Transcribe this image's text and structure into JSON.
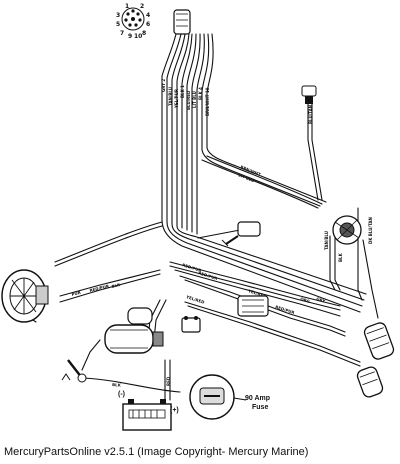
{
  "caption": "MercuryPartsOnline v2.5.1 (Image Copyright- Mercury Marine)",
  "harness_connector": {
    "pins": [
      "1",
      "2",
      "3",
      "4",
      "5",
      "6",
      "7",
      "8",
      "9",
      "10"
    ]
  },
  "harness_wires": [
    "GRY 2",
    "TAN/BLU",
    "YEL/PUR",
    "BLK 1",
    "BLU/RED",
    "LIT BLU",
    "BLK 4",
    "BRN/WHT 10"
  ],
  "wire_labels": {
    "brn_wht": "BRN/WHT",
    "lit_blu": "LIT BLU",
    "blu_tan_top": "BLU/TAN",
    "dk_blu_tan": "DK BLU/TAN",
    "tan_blu": "TAN/BLU",
    "blk_coil": "BLK",
    "red_pur_1": "RED/PUR",
    "red_pur_2": "RED/PUR",
    "red_pur_3": "RED/PUR",
    "yel_red_1": "YEL/RED",
    "yel_red_2": "YEL/RED",
    "org": "ORG",
    "gry": "GRY",
    "pur": "PUR",
    "red_pur_alt": "RED/PUR",
    "blk_alt": "BLK",
    "blk_ground": "BLK",
    "red": "RED"
  },
  "battery": {
    "negative": "(-)",
    "positive": "(+)"
  },
  "fuse": {
    "line1": "90 Amp",
    "line2": "Fuse"
  }
}
